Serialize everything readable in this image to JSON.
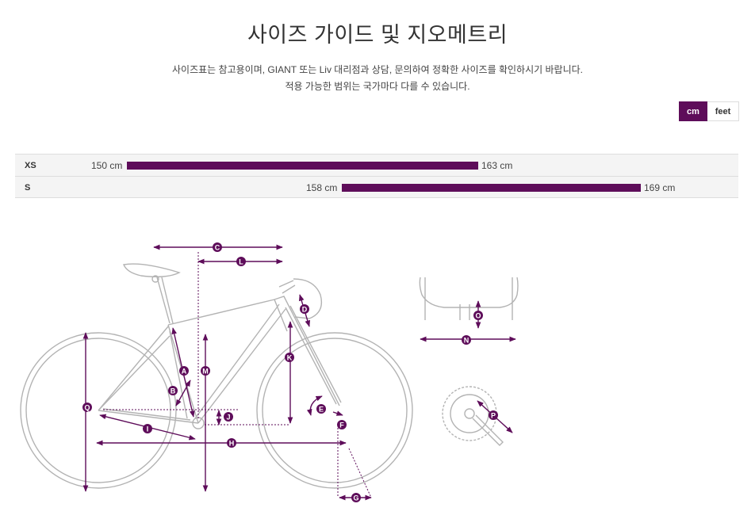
{
  "page": {
    "title": "사이즈 가이드 및 지오메트리",
    "desc_line1": "사이즈표는 참고용이며, GIANT 또는 Liv 대리점과 상담, 문의하여 정확한 사이즈를 확인하시기 바랍니다.",
    "desc_line2": "적용 가능한 범위는 국가마다 다를 수 있습니다."
  },
  "units": {
    "cm": "cm",
    "feet": "feet",
    "selected": "cm"
  },
  "sizes": [
    {
      "label": "XS",
      "min": "150 cm",
      "max": "163 cm"
    },
    {
      "label": "S",
      "min": "158 cm",
      "max": "169 cm"
    }
  ],
  "colors": {
    "accent": "#5e0d5a",
    "frame": "#b3b3b3"
  },
  "geometry_labels": {
    "A": "A",
    "B": "B",
    "C": "C",
    "D": "D",
    "E": "E",
    "F": "F",
    "G": "G",
    "H": "H",
    "I": "I",
    "J": "J",
    "K": "K",
    "L": "L",
    "M": "M",
    "N": "N",
    "O": "O",
    "P": "P",
    "Q": "Q"
  }
}
